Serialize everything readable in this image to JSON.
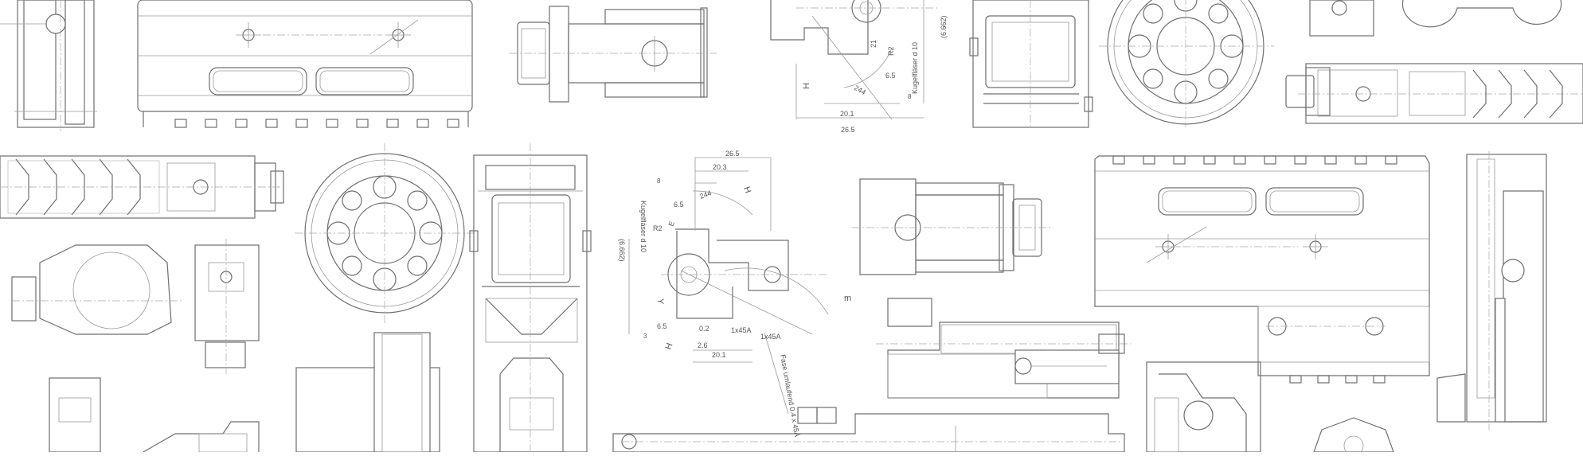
{
  "colors": {
    "background": "#ffffff",
    "line": "#6f6f6f",
    "thin": "#9a9a9a",
    "text": "#555555"
  },
  "drawing_top": {
    "dim_h": "H",
    "dim_26_5": "26.5",
    "dim_20_1": "20.1",
    "dim_21": "21",
    "dim_r2": "R2",
    "dim_ball": "Kugelfläser d 10",
    "dim_6662": "(6.662)",
    "dim_6_5": "6.5",
    "dim_244": "244",
    "dim_8": "8"
  },
  "drawing_center": {
    "dim_26_5": "26.5",
    "dim_20_3": "20.3",
    "dim_8": "8",
    "dim_6_5": "6.5",
    "dim_244": "244",
    "dim_h": "H",
    "dim_r2": "R2",
    "dim_e": "E",
    "dim_ball": "Kugelfläser d 10",
    "dim_6662": "(6.662)",
    "dim_y": "Y",
    "dim_m": "m",
    "dim_02": "0.2",
    "dim_1x45a": "1x45A",
    "dim_1x45a_b": "1x45A",
    "dim_2_6": "2.6",
    "dim_20_1": "20.1",
    "dim_6_5b": "6.5",
    "dim_h2": "H",
    "dim_3": "3",
    "note_fase": "Fase umlaufend 0.4 x 45Å"
  }
}
